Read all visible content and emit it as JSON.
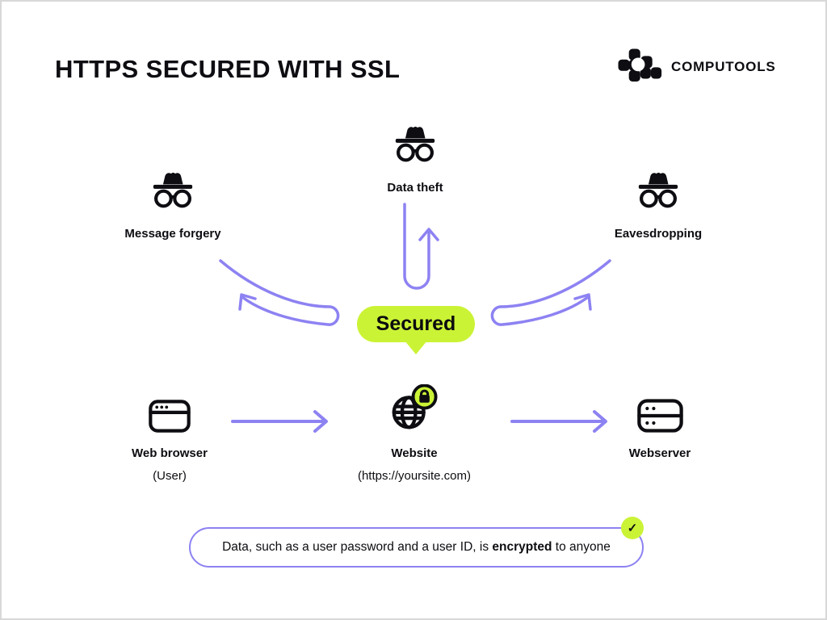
{
  "title": "HTTPS SECURED WITH SSL",
  "logo": {
    "name": "COMPUTOOLS",
    "icon": "computools-pixel-mark"
  },
  "threats": {
    "left": {
      "label": "Message forgery",
      "icon": "incognito-spy-icon"
    },
    "center": {
      "label": "Data theft",
      "icon": "incognito-spy-icon"
    },
    "right": {
      "label": "Eavesdropping",
      "icon": "incognito-spy-icon"
    }
  },
  "badge": {
    "label": "Secured"
  },
  "nodes": {
    "browser": {
      "label": "Web browser",
      "sublabel": "(User)",
      "icon": "browser-window-icon"
    },
    "website": {
      "label": "Website",
      "sublabel": "(https://yoursite.com)",
      "icon": "globe-lock-icon"
    },
    "webserver": {
      "label": "Webserver",
      "icon": "server-icon"
    }
  },
  "banner": {
    "text_before": "Data, such as a user password and a user ID, is ",
    "text_bold": "encrypted",
    "text_after": " to anyone",
    "check_icon": "✓"
  },
  "colors": {
    "accent_green": "#cbf336",
    "accent_purple": "#8d82f2",
    "ink": "#0d0d12"
  }
}
